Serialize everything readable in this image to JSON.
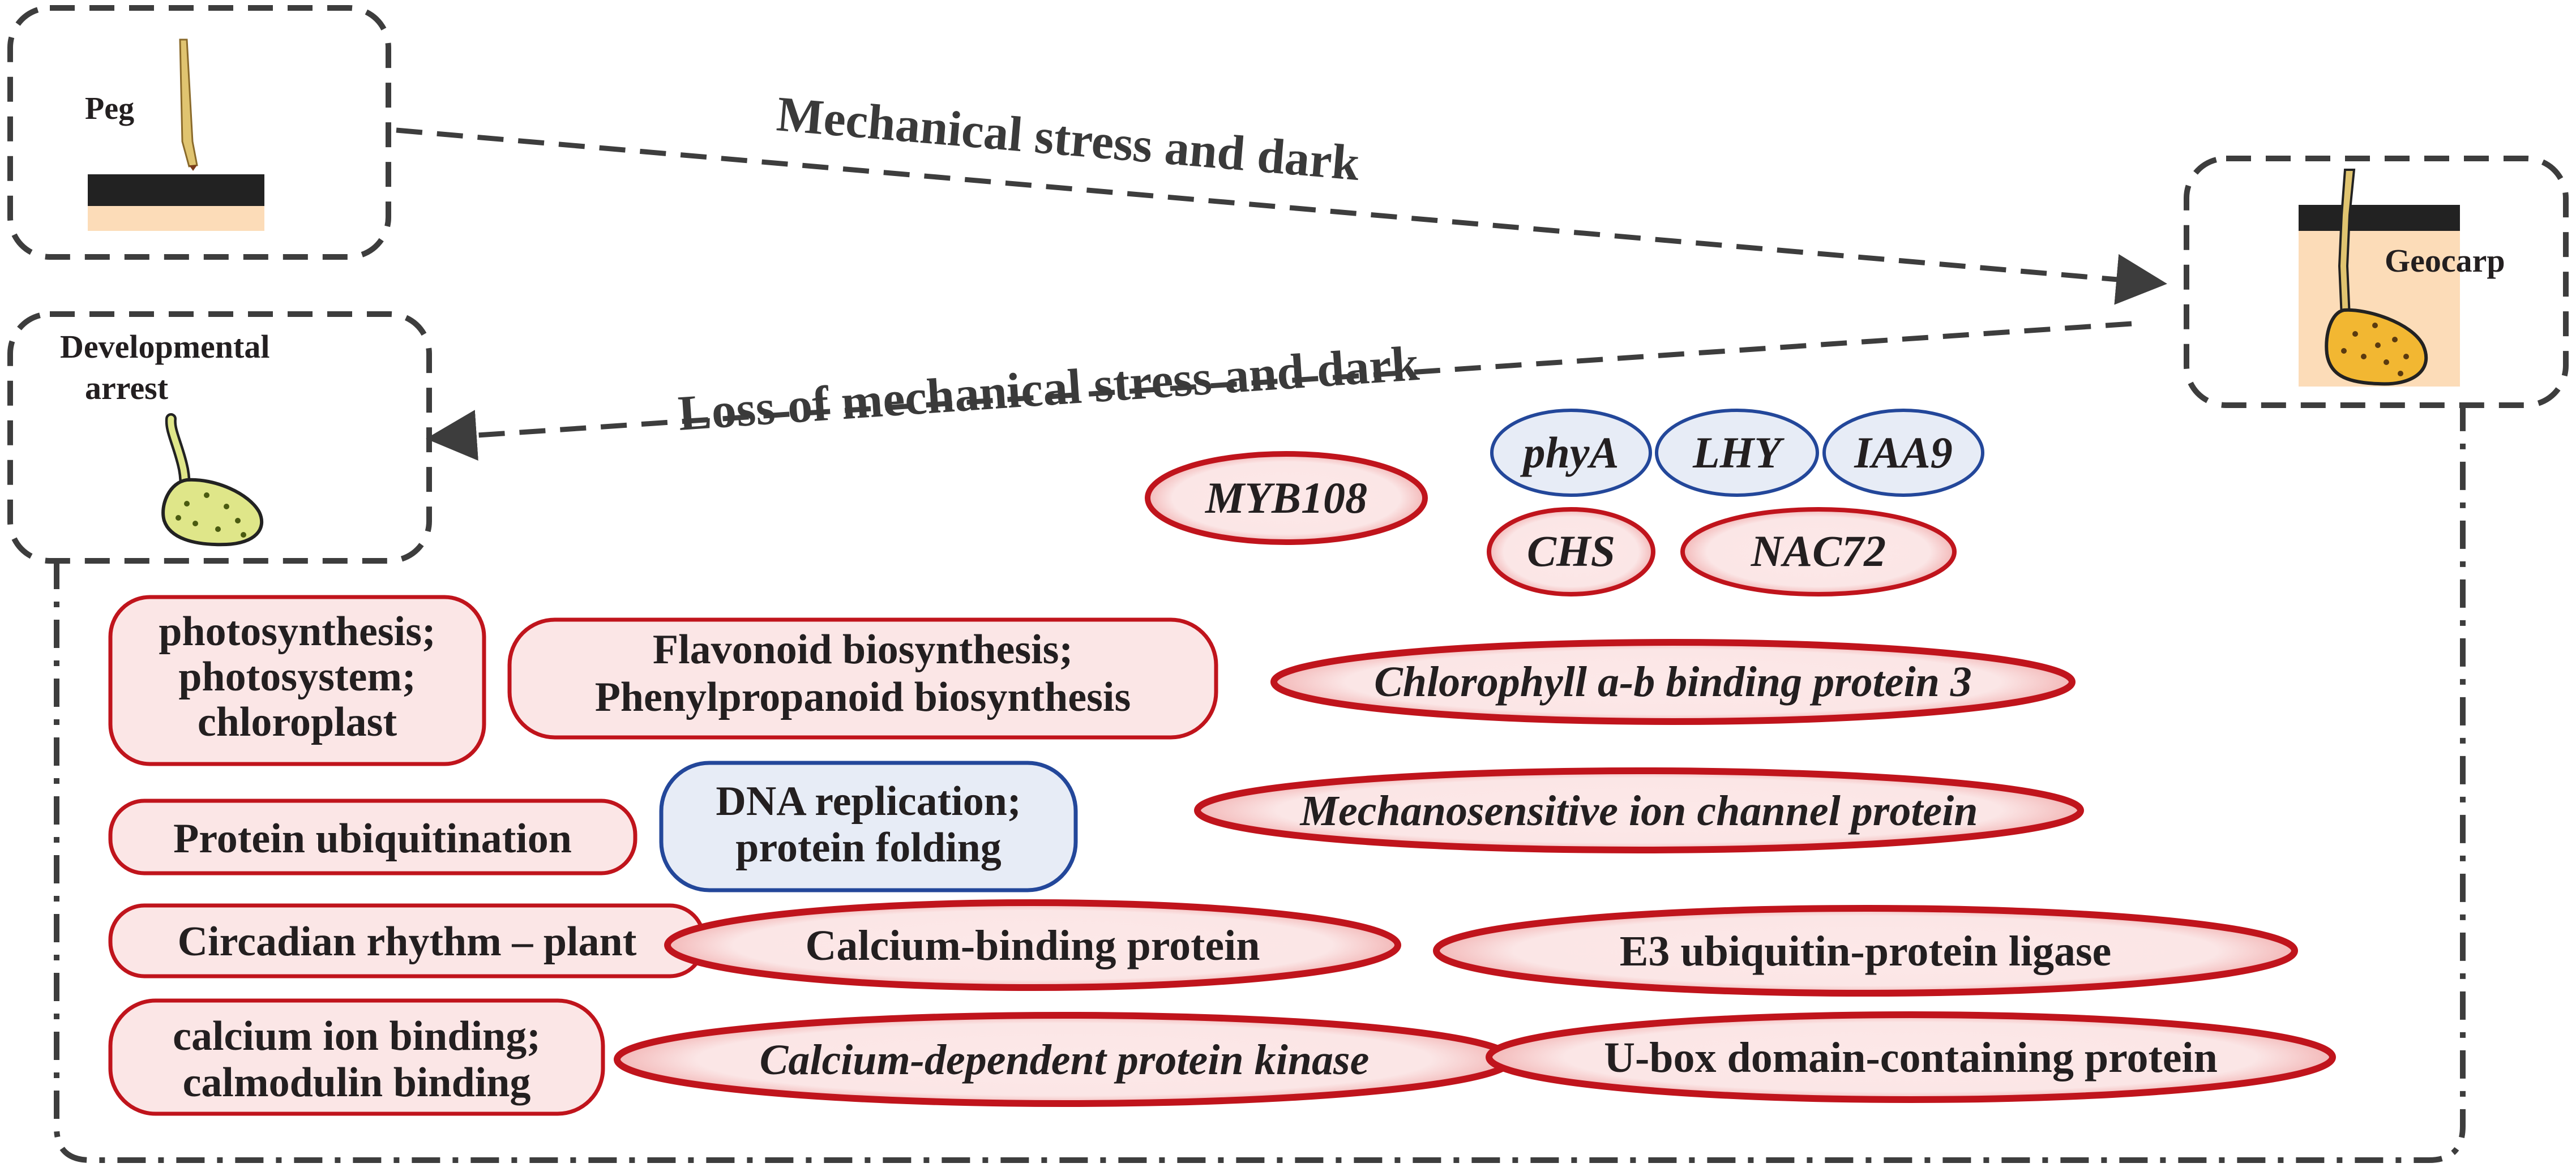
{
  "stages": {
    "peg": "Peg",
    "geocarp": "Geocarp",
    "arrest_line1": "Developmental",
    "arrest_line2": "arrest"
  },
  "arrows": {
    "forward": "Mechanical stress  and dark",
    "backward": "Loss of mechanical stress  and dark"
  },
  "genes": {
    "phyA": "phyA",
    "LHY": "LHY",
    "IAA9": "IAA9",
    "MYB108": "MYB108",
    "CHS": "CHS",
    "NAC72": "NAC72"
  },
  "pathways": {
    "photo_1": "photosynthesis;",
    "photo_2": "photosystem;",
    "photo_3": "chloroplast",
    "flav_1": "Flavonoid biosynthesis;",
    "flav_2": "Phenylpropanoid biosynthesis",
    "ubiq": "Protein ubiquitination",
    "dna_1": "DNA replication;",
    "dna_2": "protein folding",
    "circ": "Circadian rhythm – plant",
    "calc_1": "calcium ion binding;",
    "calc_2": "calmodulin binding"
  },
  "proteins": {
    "chlorophyll": "Chlorophyll a-b binding protein 3",
    "mechano": "Mechanosensitive ion channel protein",
    "calcium_binding": "Calcium-binding protein",
    "e3": "E3 ubiquitin-protein ligase",
    "cdpk": "Calcium-dependent protein kinase",
    "ubox": "U-box domain-containing protein"
  },
  "colors": {
    "red_border": "#c0141c",
    "red_fill": "#fbe6e6",
    "blue_border": "#23479a",
    "blue_fill": "#e7ecf6",
    "dash": "#3d3d3d",
    "soil": "#fcdcb8",
    "ground": "#222222",
    "pod_dev": "#f2b732",
    "pod_arrest": "#dfe689",
    "stem": "#e0c470"
  }
}
